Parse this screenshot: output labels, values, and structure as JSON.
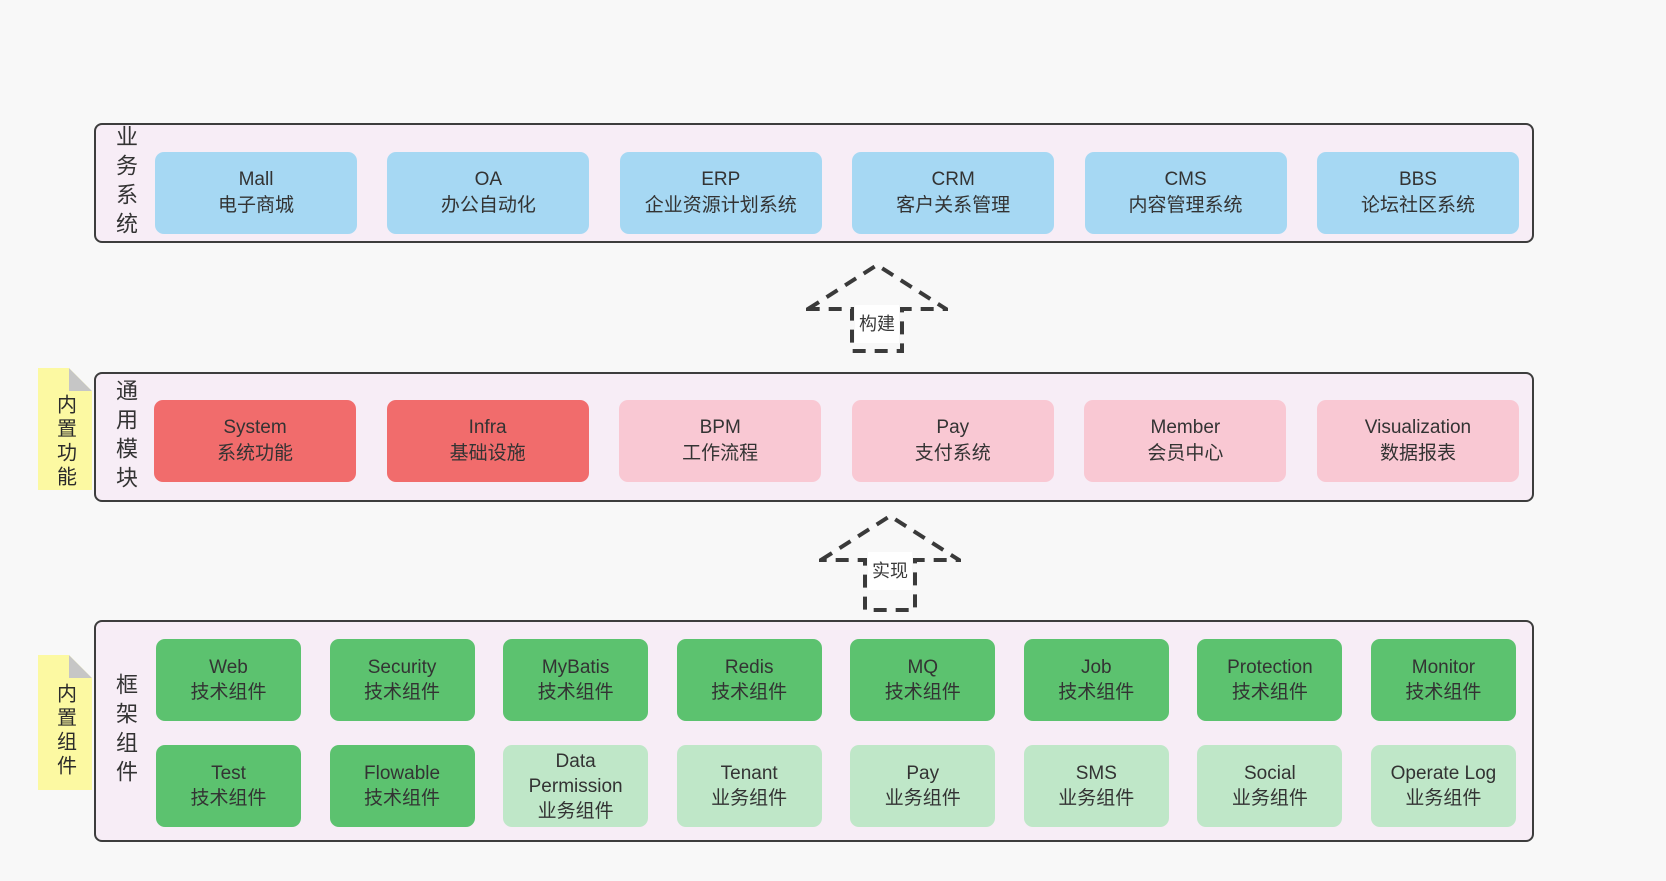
{
  "colors": {
    "page_bg": "#f8f8f8",
    "panel_bg": "#f7edf6",
    "panel_border": "#3d3d3d",
    "blue": "#a6d8f3",
    "red": "#f16c6c",
    "pink": "#f9c8d3",
    "green": "#5cc26f",
    "light_green": "#bfe7c8",
    "sticky_yellow": "#fcf9a2",
    "sticky_fold_gray": "#c6c6c6"
  },
  "business": {
    "label": "业务系统",
    "items": [
      {
        "en": "Mall",
        "zh": "电子商城",
        "variant": "blue"
      },
      {
        "en": "OA",
        "zh": "办公自动化",
        "variant": "blue"
      },
      {
        "en": "ERP",
        "zh": "企业资源计划系统",
        "variant": "blue"
      },
      {
        "en": "CRM",
        "zh": "客户关系管理",
        "variant": "blue"
      },
      {
        "en": "CMS",
        "zh": "内容管理系统",
        "variant": "blue"
      },
      {
        "en": "BBS",
        "zh": "论坛社区系统",
        "variant": "blue"
      }
    ]
  },
  "arrow_build": {
    "label": "构建"
  },
  "modules": {
    "label": "通用模块",
    "sticky": "内置功能",
    "items": [
      {
        "en": "System",
        "zh": "系统功能",
        "variant": "red"
      },
      {
        "en": "Infra",
        "zh": "基础设施",
        "variant": "red"
      },
      {
        "en": "BPM",
        "zh": "工作流程",
        "variant": "pink"
      },
      {
        "en": "Pay",
        "zh": "支付系统",
        "variant": "pink"
      },
      {
        "en": "Member",
        "zh": "会员中心",
        "variant": "pink"
      },
      {
        "en": "Visualization",
        "zh": "数据报表",
        "variant": "pink"
      }
    ]
  },
  "arrow_implement": {
    "label": "实现"
  },
  "framework": {
    "label": "框架组件",
    "sticky": "内置组件",
    "row1": [
      {
        "en": "Web",
        "zh": "技术组件",
        "variant": "green"
      },
      {
        "en": "Security",
        "zh": "技术组件",
        "variant": "green"
      },
      {
        "en": "MyBatis",
        "zh": "技术组件",
        "variant": "green"
      },
      {
        "en": "Redis",
        "zh": "技术组件",
        "variant": "green"
      },
      {
        "en": "MQ",
        "zh": "技术组件",
        "variant": "green"
      },
      {
        "en": "Job",
        "zh": "技术组件",
        "variant": "green"
      },
      {
        "en": "Protection",
        "zh": "技术组件",
        "variant": "green"
      },
      {
        "en": "Monitor",
        "zh": "技术组件",
        "variant": "green"
      }
    ],
    "row2": [
      {
        "en": "Test",
        "zh": "技术组件",
        "variant": "green"
      },
      {
        "en": "Flowable",
        "zh": "技术组件",
        "variant": "green"
      },
      {
        "en": "Data Permission",
        "zh": "业务组件",
        "variant": "lightgreen"
      },
      {
        "en": "Tenant",
        "zh": "业务组件",
        "variant": "lightgreen"
      },
      {
        "en": "Pay",
        "zh": "业务组件",
        "variant": "lightgreen"
      },
      {
        "en": "SMS",
        "zh": "业务组件",
        "variant": "lightgreen"
      },
      {
        "en": "Social",
        "zh": "业务组件",
        "variant": "lightgreen"
      },
      {
        "en": "Operate Log",
        "zh": "业务组件",
        "variant": "lightgreen"
      }
    ]
  }
}
